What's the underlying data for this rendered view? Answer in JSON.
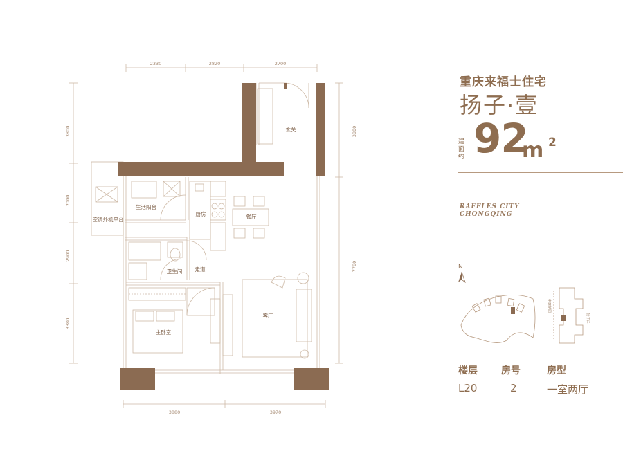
{
  "project_name": "重庆来福士住宅",
  "unit_name": "扬子·壹",
  "area_label": "建面约",
  "area_value": "92",
  "area_unit": "m",
  "area_superscript": "2",
  "brand_line1": "RAFFLES CITY",
  "brand_line2": "CHONGQING",
  "north_label": "N",
  "info": {
    "floor_label": "楼层",
    "floor_value": "L20",
    "room_label": "房号",
    "room_value": "2",
    "type_label": "房型",
    "type_value": "一室两厅"
  },
  "dimensions": {
    "top": [
      "2330",
      "2820",
      "2700"
    ],
    "bottom": [
      "3880",
      "3970"
    ],
    "left": [
      "3800",
      "2000",
      "2900",
      "3380"
    ],
    "right": [
      "3800",
      "7780"
    ]
  },
  "rooms": {
    "entrance": "玄关",
    "service_balcony": "生活阳台",
    "kitchen": "厨房",
    "dining": "餐厅",
    "ac_platform": "空调外机平台",
    "bathroom": "卫生间",
    "corridor": "走道",
    "master_bedroom": "主卧室",
    "living_room": "客厅"
  },
  "keyplan_labels": [
    "扬子江",
    "中庭花园"
  ],
  "colors": {
    "wall": "#8b6b52",
    "text": "#8e6d50",
    "line": "#c9b4a0"
  }
}
